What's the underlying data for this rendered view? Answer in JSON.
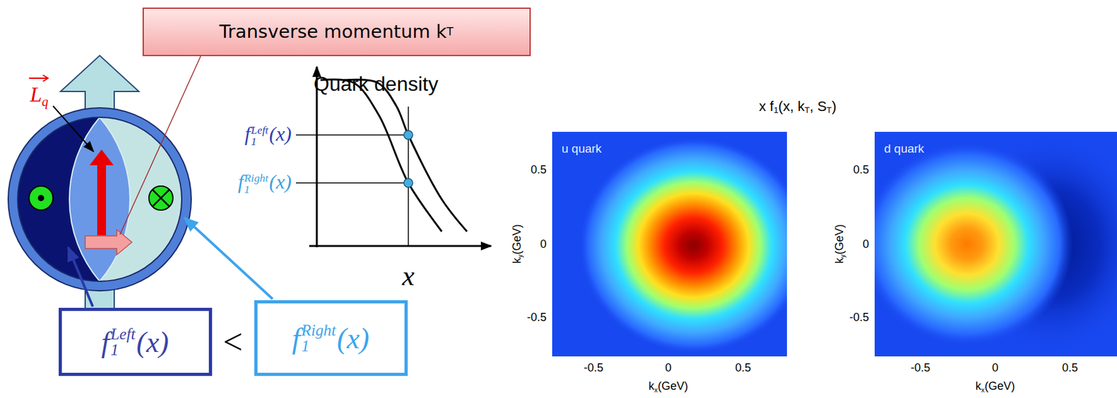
{
  "diagram": {
    "nodes": [
      {
        "text": [
          "Transverse momentum k",
          "T"
        ]
      },
      {
        "text": [
          "f",
          "1",
          "Left",
          "(x)"
        ]
      },
      {
        "text": [
          "f",
          "1",
          "Right",
          "(x)"
        ]
      }
    ],
    "labels": [
      "L",
      "q",
      "Quark density",
      "f",
      "1",
      "Left",
      "(x)",
      "f",
      "1",
      "Right",
      "(x)",
      "x",
      "<",
      "x f",
      "1",
      "(x, k",
      "T",
      ", S",
      "T",
      ")",
      "u quark",
      "0.5",
      "0",
      "-0.5",
      "-0.5",
      "0",
      "0.5",
      "k",
      "y",
      "(GeV)",
      "k",
      "x",
      "(GeV)",
      "d quark",
      "0.5",
      "0",
      "-0.5",
      "-0.5",
      "0",
      "0.5",
      "k",
      "y",
      "(GeV)",
      "k",
      "x",
      "(GeV)"
    ]
  }
}
